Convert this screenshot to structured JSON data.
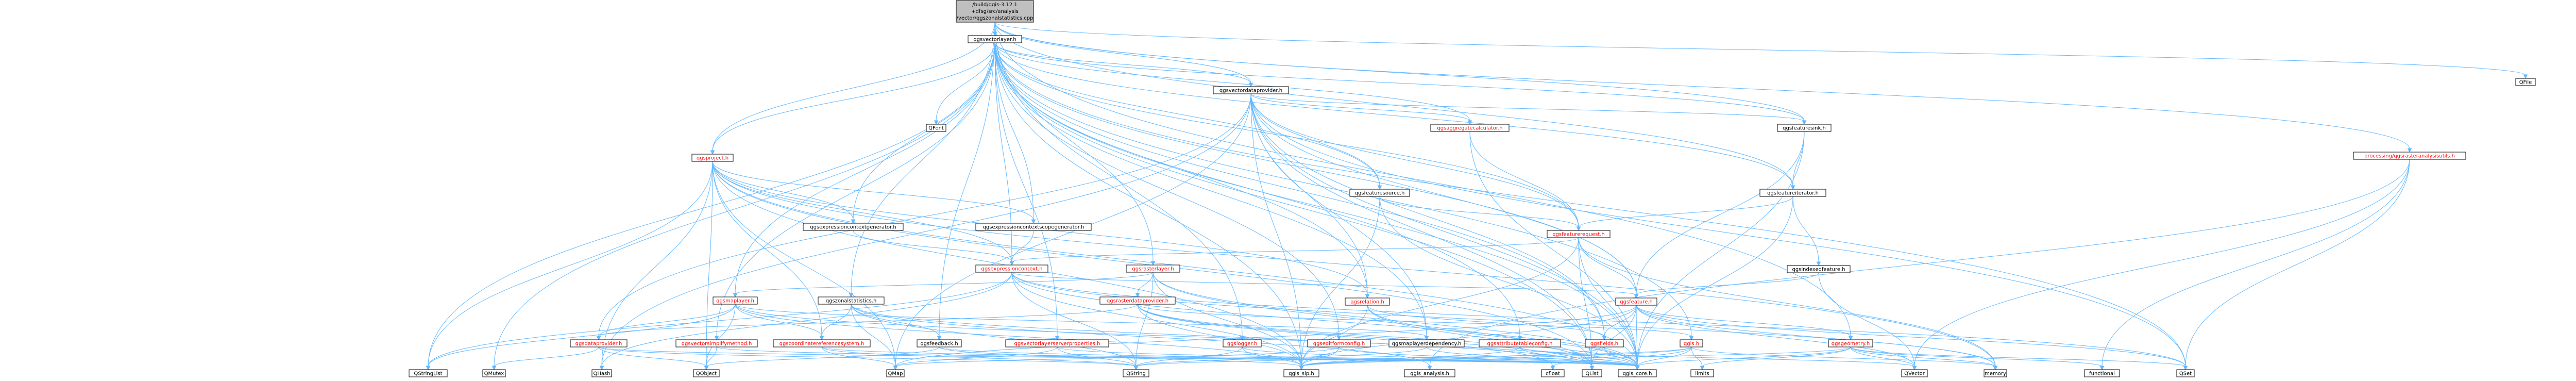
{
  "root": {
    "line1": "/build/qgis-3.12.1",
    "line2": "+dfsg/src/analysis",
    "line3": "/vector/qgszonalstatistics.cpp"
  },
  "nodes": [
    {
      "id": "qgsvectorlayer",
      "label": "qgsvectorlayer.h",
      "red": false
    },
    {
      "id": "qfile",
      "label": "QFile",
      "red": false
    },
    {
      "id": "processingqgsrasteranalysisutils",
      "label": "processing/qgsrasteranalysisutils.h",
      "red": true
    },
    {
      "id": "qgsvectordataprovider",
      "label": "qgsvectordataprovider.h",
      "red": false
    },
    {
      "id": "qfont",
      "label": "QFont",
      "red": false
    },
    {
      "id": "qgsproject",
      "label": "qgsproject.h",
      "red": true
    },
    {
      "id": "qgsaggregatecalculator",
      "label": "qgsaggregatecalculator.h",
      "red": true
    },
    {
      "id": "qgsfeaturesink",
      "label": "qgsfeaturesink.h",
      "red": false
    },
    {
      "id": "qgsfeaturesource",
      "label": "qgsfeaturesource.h",
      "red": false
    },
    {
      "id": "qgsfeatureiterator",
      "label": "qgsfeatureiterator.h",
      "red": false
    },
    {
      "id": "qgsfeaturerequest",
      "label": "qgsfeaturerequest.h",
      "red": true
    },
    {
      "id": "qgsexpressioncontextgenerator",
      "label": "qgsexpressioncontextgenerator.h",
      "red": false
    },
    {
      "id": "qgsexpressioncontextscopegenerator",
      "label": "qgsexpressioncontextscopegenerator.h",
      "red": false
    },
    {
      "id": "qgsrasterlayer",
      "label": "qgsrasterlayer.h",
      "red": true
    },
    {
      "id": "qgsexpressioncontext",
      "label": "qgsexpressioncontext.h",
      "red": true
    },
    {
      "id": "qgsindexedfeature",
      "label": "qgsindexedfeature.h",
      "red": false
    },
    {
      "id": "qgsmaplayer",
      "label": "qgsmaplayer.h",
      "red": true
    },
    {
      "id": "qgszonalstatistics",
      "label": "qgszonalstatistics.h",
      "red": false
    },
    {
      "id": "qgsrasterdataprovider",
      "label": "qgsrasterdataprovider.h",
      "red": true
    },
    {
      "id": "qgsrelation",
      "label": "qgsrelation.h",
      "red": true
    },
    {
      "id": "qgsfeature",
      "label": "qgsfeature.h",
      "red": true
    },
    {
      "id": "qgsdataprovider",
      "label": "qgsdataprovider.h",
      "red": true
    },
    {
      "id": "qgsvectorsimplifymethod",
      "label": "qgsvectorsimplifymethod.h",
      "red": true
    },
    {
      "id": "qgscoordinatereferencesystem",
      "label": "qgscoordinatereferencesystem.h",
      "red": true
    },
    {
      "id": "qgsfeedback",
      "label": "qgsfeedback.h",
      "red": false
    },
    {
      "id": "qgsvectorlayerserverproperties",
      "label": "qgsvectorlayerserverproperties.h",
      "red": true
    },
    {
      "id": "qgslogger",
      "label": "qgslogger.h",
      "red": true
    },
    {
      "id": "qgseditformconfig",
      "label": "qgseditformconfig.h",
      "red": true
    },
    {
      "id": "qgsmaplayerdependency",
      "label": "qgsmaplayerdependency.h",
      "red": false
    },
    {
      "id": "qgsattributetableconfig",
      "label": "qgsattributetableconfig.h",
      "red": true
    },
    {
      "id": "qgsfields",
      "label": "qgsfields.h",
      "red": true
    },
    {
      "id": "qgis",
      "label": "qgis.h",
      "red": true
    },
    {
      "id": "qgsgeometry",
      "label": "qgsgeometry.h",
      "red": true
    },
    {
      "id": "qgis_analysis",
      "label": "qgis_analysis.h",
      "red": false
    },
    {
      "id": "qlist",
      "label": "QList",
      "red": false
    },
    {
      "id": "qstringlist",
      "label": "QStringList",
      "red": false
    },
    {
      "id": "qmutex",
      "label": "QMutex",
      "red": false
    },
    {
      "id": "qhash",
      "label": "QHash",
      "red": false
    },
    {
      "id": "qobject",
      "label": "QObject",
      "red": false
    },
    {
      "id": "qmap",
      "label": "QMap",
      "red": false
    },
    {
      "id": "qstring",
      "label": "QString",
      "red": false
    },
    {
      "id": "qgis_sip",
      "label": "qgis_sip.h",
      "red": false
    },
    {
      "id": "cfloat",
      "label": "cfloat",
      "red": false
    },
    {
      "id": "qgis_core",
      "label": "qgis_core.h",
      "red": false
    },
    {
      "id": "limits",
      "label": "limits",
      "red": false
    },
    {
      "id": "qvector",
      "label": "QVector",
      "red": false
    },
    {
      "id": "memory",
      "label": "memory",
      "red": false
    },
    {
      "id": "functional",
      "label": "functional",
      "red": false
    },
    {
      "id": "qset",
      "label": "QSet",
      "red": false
    }
  ]
}
